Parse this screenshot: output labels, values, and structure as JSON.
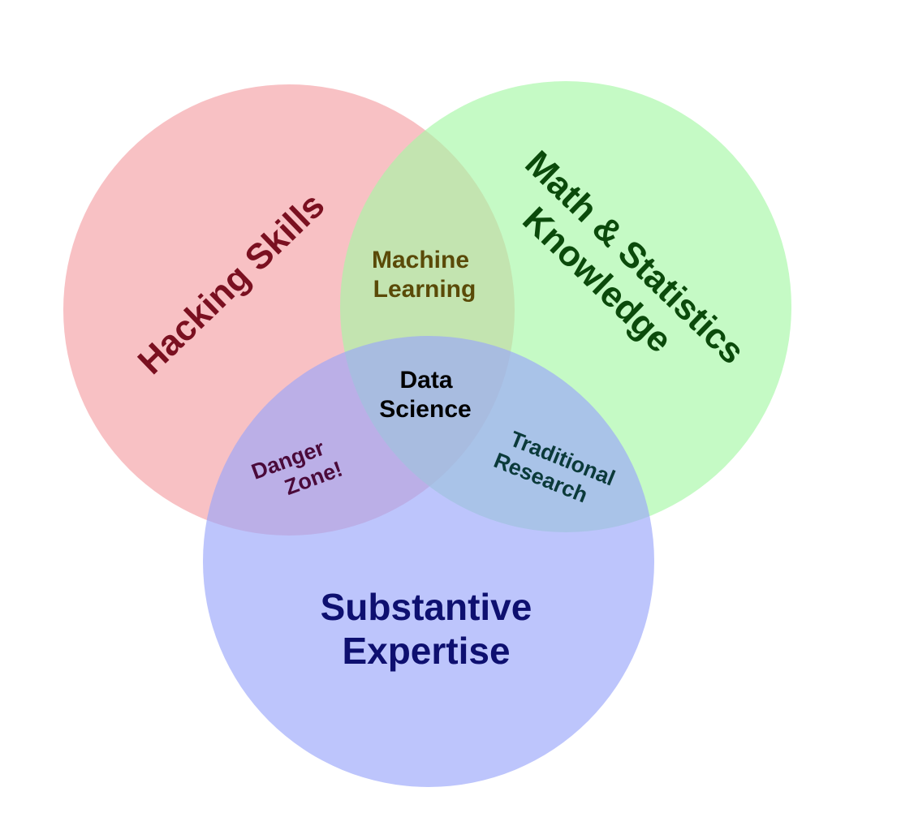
{
  "diagram": {
    "type": "venn-3",
    "sets": {
      "hacking": {
        "label": "Hacking Skills",
        "fill": "#f5a0a4",
        "text_color": "#7a1020"
      },
      "math": {
        "label_line1": "Math & Statistics",
        "label_line2": "Knowledge",
        "fill": "#a6f8a6",
        "text_color": "#0b4a0b"
      },
      "substantive": {
        "label_line1": "Substantive",
        "label_line2": "Expertise",
        "fill": "#9aa6fa",
        "text_color": "#0e1070"
      }
    },
    "overlaps": {
      "hacking_math": {
        "label_line1": "Machine",
        "label_line2": "Learning",
        "text_color": "#5a4a08"
      },
      "hacking_substantive": {
        "label_line1": "Danger",
        "label_line2": "Zone!",
        "text_color": "#4a0a3a"
      },
      "math_substantive": {
        "label_line1": "Traditional",
        "label_line2": "Research",
        "text_color": "#0b3a3a"
      },
      "all_three": {
        "label_line1": "Data",
        "label_line2": "Science",
        "text_color": "#000000"
      }
    }
  }
}
